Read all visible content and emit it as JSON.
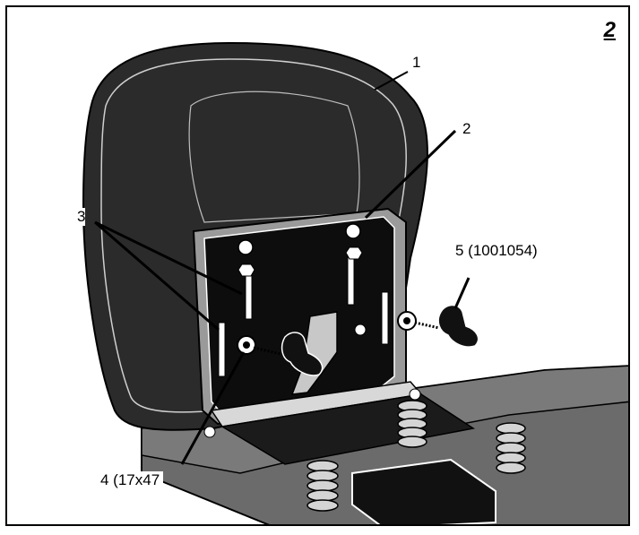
{
  "figure": {
    "number": "2",
    "callouts": {
      "c1": "1",
      "c2": "2",
      "c3": "3",
      "c4": "4 (17x47",
      "c5": "5 (1001054)"
    }
  },
  "colors": {
    "ink": "#000000",
    "seat": "#2b2b2b",
    "panel": "#555555",
    "paper": "#ffffff"
  }
}
